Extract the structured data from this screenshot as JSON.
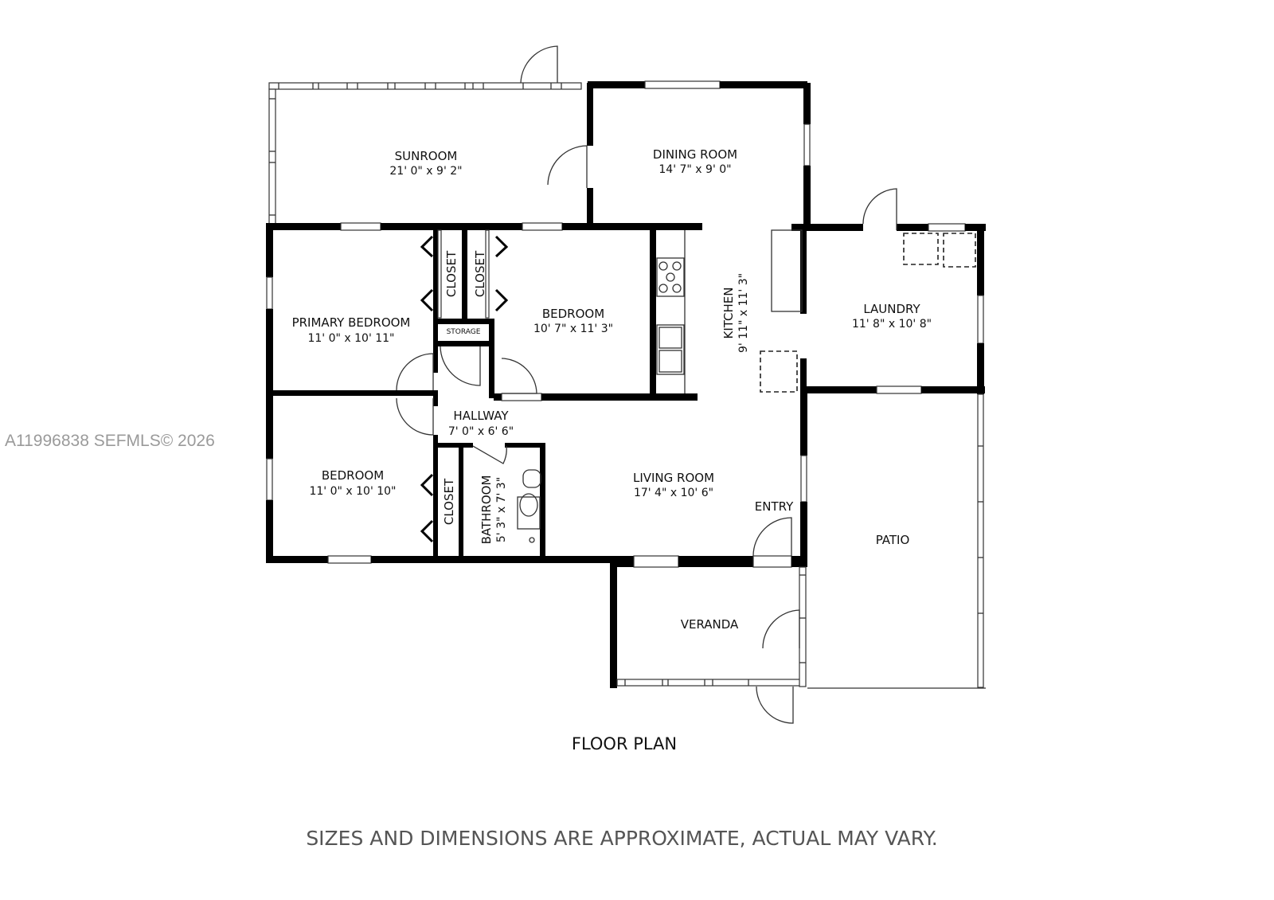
{
  "watermark": "A11996838  SEFMLS© 2026",
  "plan_title": "FLOOR PLAN",
  "disclaimer": "SIZES AND DIMENSIONS ARE APPROXIMATE, ACTUAL MAY VARY.",
  "rooms": {
    "sunroom": {
      "name": "SUNROOM",
      "dims": "21' 0\" x 9' 2\""
    },
    "dining_room": {
      "name": "DINING ROOM",
      "dims": "14' 7\" x 9' 0\""
    },
    "primary_bedroom": {
      "name": "PRIMARY BEDROOM",
      "dims": "11' 0\" x 10' 11\""
    },
    "closet_1": {
      "name": "CLOSET"
    },
    "closet_2": {
      "name": "CLOSET"
    },
    "storage": {
      "name": "STORAGE"
    },
    "bedroom_2": {
      "name": "BEDROOM",
      "dims": "10' 7\" x 11' 3\""
    },
    "kitchen": {
      "name": "KITCHEN",
      "dims": "9' 11\" x 11' 3\""
    },
    "laundry": {
      "name": "LAUNDRY",
      "dims": "11' 8\" x 10' 8\""
    },
    "hallway": {
      "name": "HALLWAY",
      "dims": "7' 0\" x 6' 6\""
    },
    "bedroom_3": {
      "name": "BEDROOM",
      "dims": "11' 0\" x 10' 10\""
    },
    "closet_3": {
      "name": "CLOSET"
    },
    "bathroom": {
      "name": "BATHROOM",
      "dims": "5' 3\" x 7' 3\""
    },
    "living_room": {
      "name": "LIVING ROOM",
      "dims": "17' 4\" x 10' 6\""
    },
    "entry": {
      "name": "ENTRY"
    },
    "patio": {
      "name": "PATIO"
    },
    "veranda": {
      "name": "VERANDA"
    }
  }
}
